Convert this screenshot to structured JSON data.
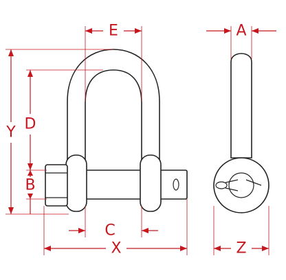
{
  "diagram": {
    "dimension_labels": {
      "e": "E",
      "a": "A",
      "y": "Y",
      "d": "D",
      "b": "B",
      "c": "C",
      "x": "X",
      "z": "Z"
    },
    "colors": {
      "dimension": "#c5171e",
      "outline": "#222222",
      "background": "#ffffff"
    }
  }
}
